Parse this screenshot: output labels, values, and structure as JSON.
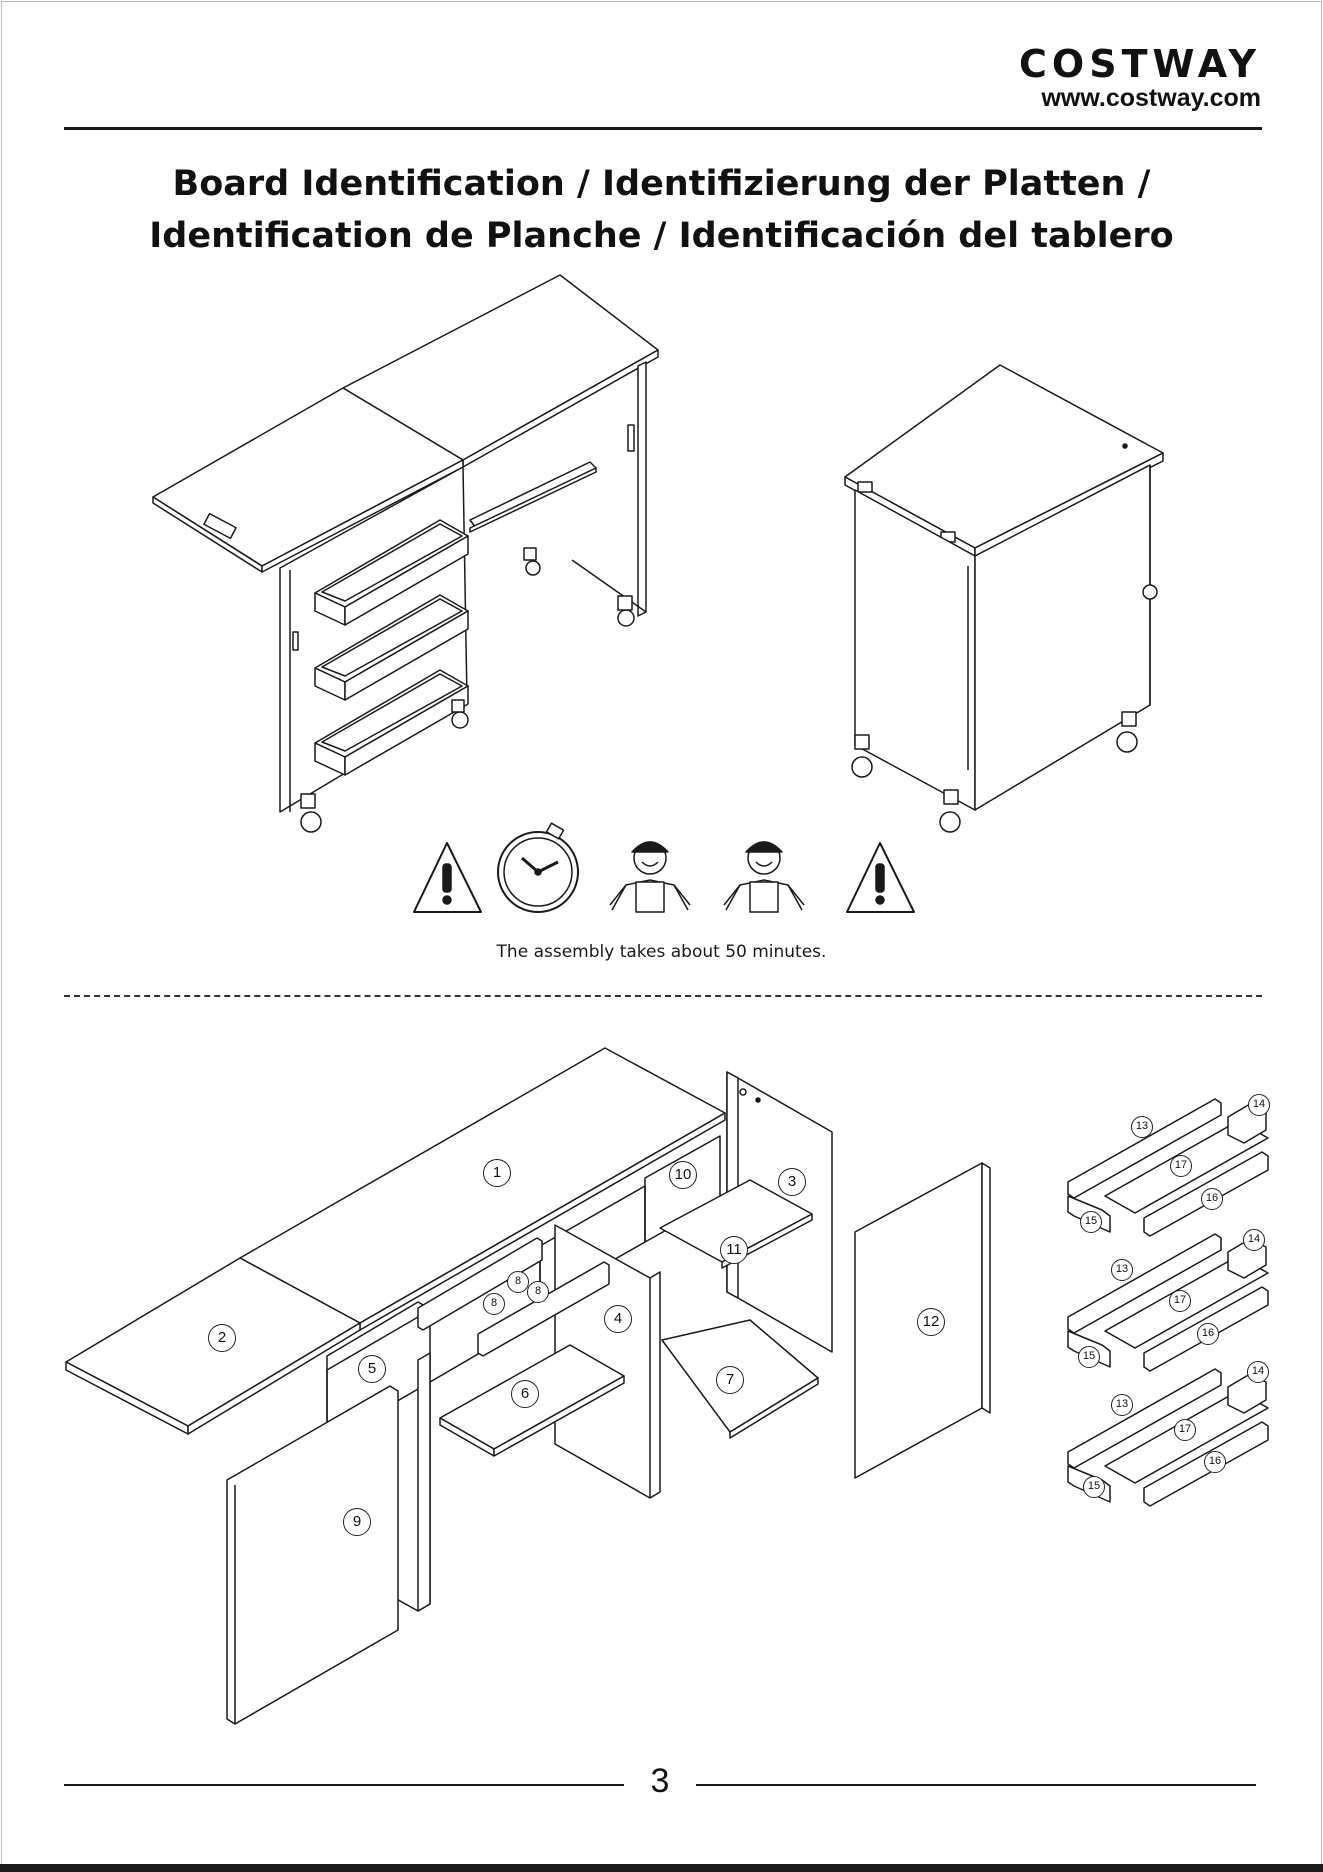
{
  "brand": {
    "logo": "COSTWAY",
    "url": "www.costway.com"
  },
  "title": {
    "line1": "Board Identification / Identifizierung der Platten /",
    "line2": "Identification de Planche / Identificación del tablero"
  },
  "caption": "The assembly takes about 50 minutes.",
  "icons": [
    "warning-icon",
    "clock-icon",
    "worker-icon",
    "worker-icon",
    "warning-icon"
  ],
  "part_labels": {
    "p1": "1",
    "p2": "2",
    "p3": "3",
    "p4": "4",
    "p5": "5",
    "p6": "6",
    "p7": "7",
    "p8": "8",
    "p9": "9",
    "p10": "10",
    "p11": "11",
    "p12": "12",
    "p13": "13",
    "p14": "14",
    "p15": "15",
    "p16": "16",
    "p17": "17"
  },
  "page_number": "3"
}
